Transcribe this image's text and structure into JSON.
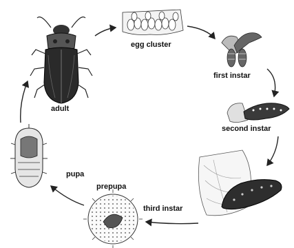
{
  "diagram": {
    "stages": [
      {
        "id": "adult",
        "label": "adult",
        "icon": "beetle-icon"
      },
      {
        "id": "egg-cluster",
        "label": "egg cluster",
        "icon": "egg-cluster-icon"
      },
      {
        "id": "first-instar",
        "label": "first instar",
        "icon": "larva-icon"
      },
      {
        "id": "second-instar",
        "label": "second instar",
        "icon": "larva-icon"
      },
      {
        "id": "third-instar",
        "label": "third instar",
        "icon": "larva-on-leaf-icon"
      },
      {
        "id": "prepupa",
        "label": "prepupa",
        "icon": "spiny-ball-icon"
      },
      {
        "id": "pupa",
        "label": "pupa",
        "icon": "pupa-icon"
      }
    ],
    "cycle_direction": "clockwise"
  }
}
